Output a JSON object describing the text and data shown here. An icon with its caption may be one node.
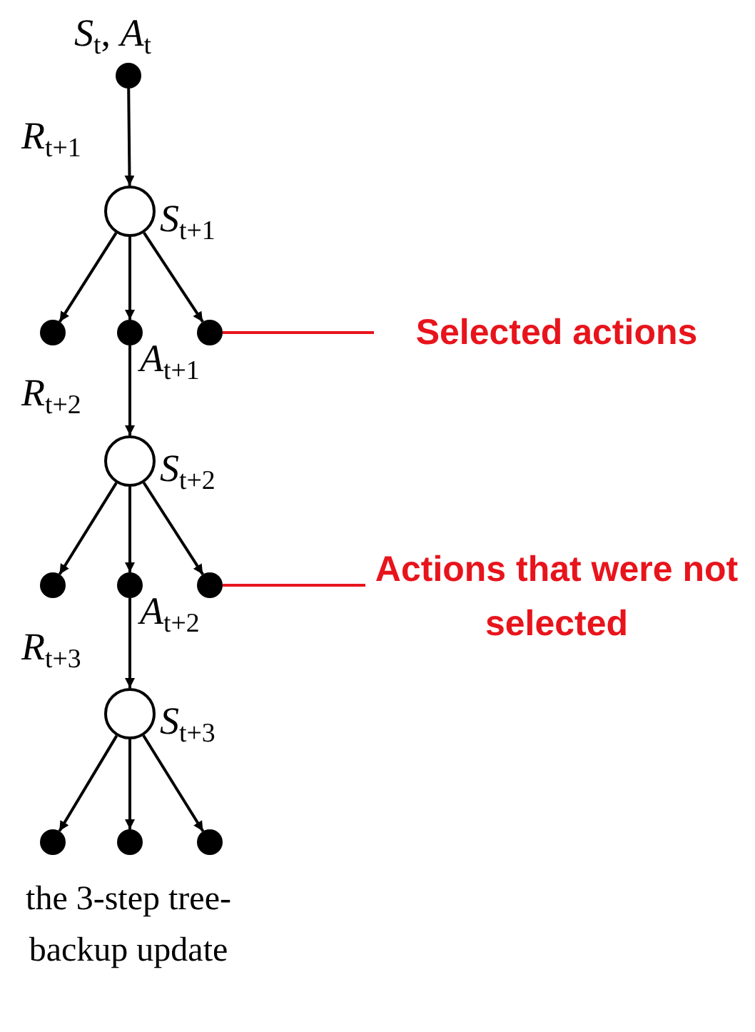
{
  "diagram": {
    "caption": "the 3-step tree-backup update",
    "nodes": [
      {
        "text": [],
        "shape": "dot",
        "beside": [
          "*S*$_{t}$, *A*$_{t}$"
        ]
      },
      {
        "text": [],
        "shape": "circle",
        "beside": [
          "*S*$_{t+1}$"
        ]
      },
      {
        "text": [],
        "shape": "dot"
      },
      {
        "text": [],
        "shape": "dot",
        "beside": [
          "*A*$_{t+1}$"
        ]
      },
      {
        "text": [],
        "shape": "dot"
      },
      {
        "text": [],
        "shape": "circle",
        "beside": [
          "*S*$_{t+2}$"
        ]
      },
      {
        "text": [],
        "shape": "dot"
      },
      {
        "text": [],
        "shape": "dot",
        "beside": [
          "*A*$_{t+2}$"
        ]
      },
      {
        "text": [],
        "shape": "dot"
      },
      {
        "text": [],
        "shape": "circle",
        "beside": [
          "*S*$_{t+3}$"
        ]
      },
      {
        "text": [],
        "shape": "dot"
      },
      {
        "text": [],
        "shape": "dot"
      },
      {
        "text": [],
        "shape": "dot"
      },
      {
        "text": [
          "Selected actions"
        ]
      },
      {
        "text": [
          "Actions that were not selected"
        ]
      }
    ],
    "edges": [
      {
        "from": 0,
        "to": 1,
        "arrow": "to",
        "label": "*R*$_{t+1}$"
      },
      {
        "from": 1,
        "to": 2,
        "arrow": "to"
      },
      {
        "from": 1,
        "to": 3,
        "arrow": "to"
      },
      {
        "from": 1,
        "to": 4,
        "arrow": "to"
      },
      {
        "from": 3,
        "to": 5,
        "arrow": "to",
        "label": "*R*$_{t+2}$"
      },
      {
        "from": 5,
        "to": 6,
        "arrow": "to"
      },
      {
        "from": 5,
        "to": 7,
        "arrow": "to"
      },
      {
        "from": 5,
        "to": 8,
        "arrow": "to"
      },
      {
        "from": 7,
        "to": 9,
        "arrow": "to",
        "label": "*R*$_{t+3}$"
      },
      {
        "from": 9,
        "to": 10,
        "arrow": "to"
      },
      {
        "from": 9,
        "to": 11,
        "arrow": "to"
      },
      {
        "from": 9,
        "to": 12,
        "arrow": "to"
      },
      {
        "from": 13,
        "to": 4,
        "arrow": "none",
        "color": "#e8141c"
      },
      {
        "from": 14,
        "to": 8,
        "arrow": "none",
        "color": "#e8141c"
      }
    ]
  }
}
